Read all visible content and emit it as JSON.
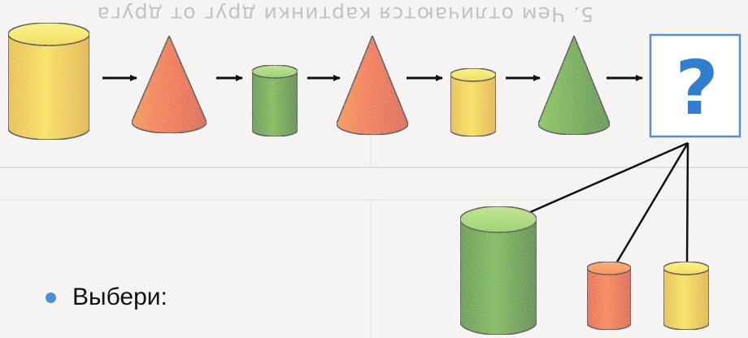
{
  "bleed_through_text": "5. Чем отличаются картинки друг от друга",
  "sequence": [
    {
      "shape": "cylinder",
      "size": "large",
      "color": "yellow"
    },
    {
      "shape": "cone",
      "color": "orange"
    },
    {
      "shape": "cylinder",
      "size": "small",
      "color": "green"
    },
    {
      "shape": "cone",
      "color": "orange"
    },
    {
      "shape": "cylinder",
      "size": "small",
      "color": "yellow"
    },
    {
      "shape": "cone",
      "color": "green"
    }
  ],
  "unknown_symbol": "?",
  "options": [
    {
      "shape": "cylinder",
      "size": "large",
      "color": "green"
    },
    {
      "shape": "cylinder",
      "size": "small",
      "color": "orange"
    },
    {
      "shape": "cylinder",
      "size": "small",
      "color": "yellow"
    }
  ],
  "prompt": {
    "text": "Выбери:"
  },
  "colors": {
    "yellow": "#f3d21c",
    "orange": "#f0641c",
    "green": "#5da424",
    "question_blue": "#2f7fd0",
    "box_border": "#5b8fc4",
    "bullet": "#4d8fd3"
  }
}
